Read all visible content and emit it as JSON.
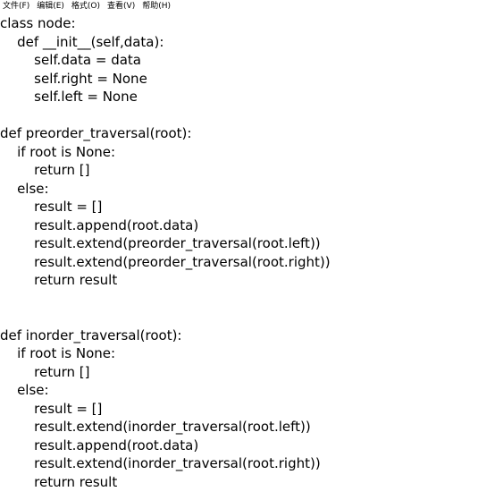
{
  "menu": [
    "文件(F)",
    "编辑(E)",
    "格式(O)",
    "查看(V)",
    "帮助(H)"
  ],
  "editor": {
    "lines": [
      "class node:",
      "    def __init__(self,data):",
      "        self.data = data",
      "        self.right = None",
      "        self.left = None",
      "",
      "def preorder_traversal(root):",
      "    if root is None:",
      "        return []",
      "    else:",
      "        result = []",
      "        result.append(root.data)",
      "        result.extend(preorder_traversal(root.left))",
      "        result.extend(preorder_traversal(root.right))",
      "        return result",
      "",
      "",
      "def inorder_traversal(root):",
      "    if root is None:",
      "        return []",
      "    else:",
      "        result = []",
      "        result.extend(inorder_traversal(root.left))",
      "        result.append(root.data)",
      "        result.extend(inorder_traversal(root.right))",
      "        return result"
    ]
  }
}
